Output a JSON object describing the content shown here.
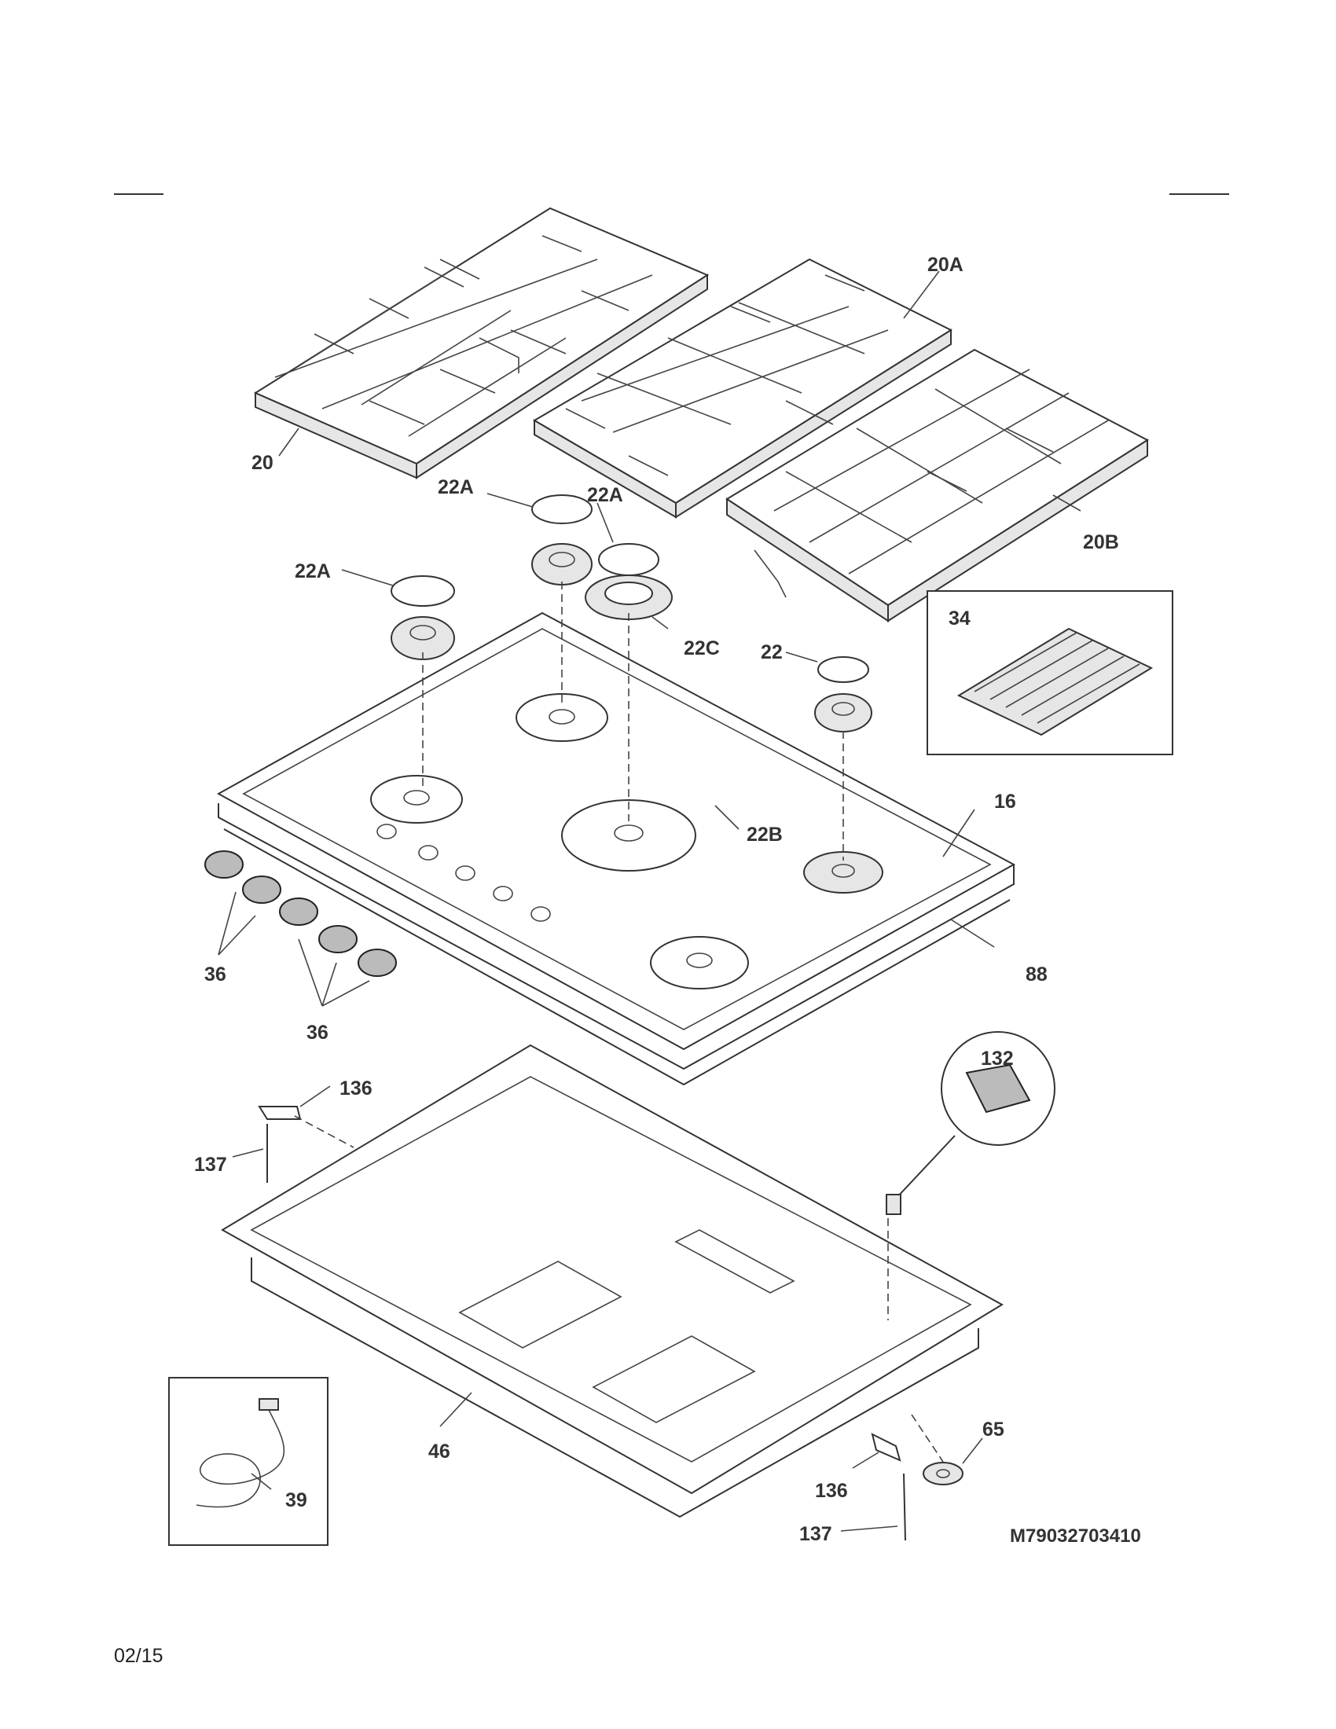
{
  "title": "",
  "parts": [
    {
      "id": "20"
    },
    {
      "id": "20A"
    },
    {
      "id": "20B"
    },
    {
      "id": "22"
    },
    {
      "id": "22A"
    },
    {
      "id": "22A"
    },
    {
      "id": "22A"
    },
    {
      "id": "22B"
    },
    {
      "id": "22C"
    },
    {
      "id": "34"
    },
    {
      "id": "16"
    },
    {
      "id": "88"
    },
    {
      "id": "36"
    },
    {
      "id": "36"
    },
    {
      "id": "132"
    },
    {
      "id": "136"
    },
    {
      "id": "137"
    },
    {
      "id": "136"
    },
    {
      "id": "137"
    },
    {
      "id": "46"
    },
    {
      "id": "39"
    },
    {
      "id": "65"
    }
  ],
  "model_code": "M79032703410",
  "page_footer": "02/15"
}
